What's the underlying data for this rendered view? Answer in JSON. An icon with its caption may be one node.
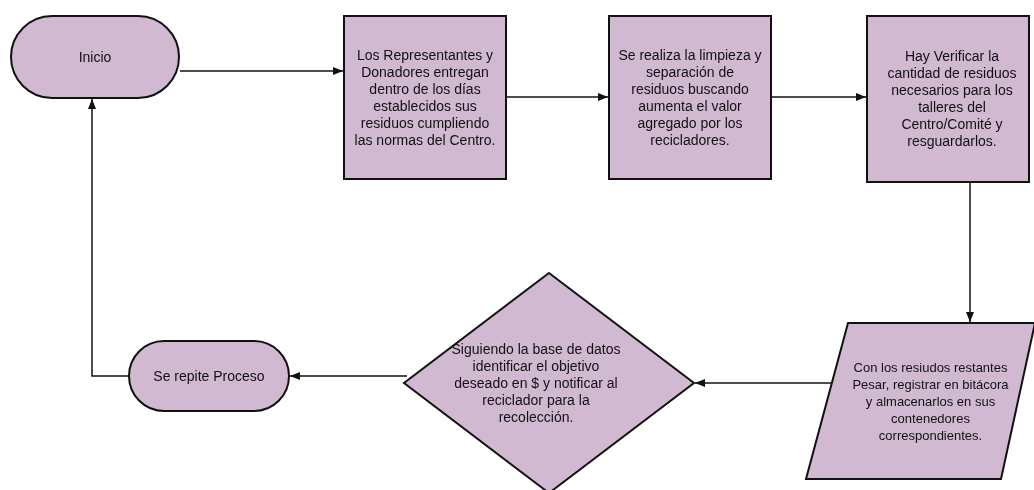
{
  "diagram": {
    "nodes": [
      {
        "text": [
          "Inicio"
        ]
      },
      {
        "text": [
          "Los Representantes y Donadores entregan dentro de los días establecidos sus residuos cumpliendo las normas del Centro."
        ]
      },
      {
        "text": [
          "Se realiza la limpieza y separación de residuos buscando aumenta el valor agregado por los recicladores."
        ]
      },
      {
        "text": [
          "Hay Verificar la cantidad de residuos necesarios para los talleres del Centro/Comité y resguardarlos."
        ]
      },
      {
        "text": [
          "Con los resiudos restantes Pesar, registrar en bitácora y almacenarlos en sus contenedores correspondientes."
        ]
      },
      {
        "text": [
          "Siguiendo la base de datos identificar el objetivo deseado en $ y notificar al reciclador para la recolección."
        ]
      },
      {
        "text": [
          "Se repite Proceso"
        ]
      }
    ],
    "edges": [
      {
        "from": 0,
        "to": 1,
        "arrow": "to"
      },
      {
        "from": 1,
        "to": 2,
        "arrow": "to"
      },
      {
        "from": 2,
        "to": 3,
        "arrow": "to"
      },
      {
        "from": 3,
        "to": 4,
        "arrow": "to"
      },
      {
        "from": 4,
        "to": 5,
        "arrow": "to"
      },
      {
        "from": 5,
        "to": 6,
        "arrow": "to"
      },
      {
        "from": 6,
        "to": 0,
        "arrow": "to"
      }
    ]
  }
}
